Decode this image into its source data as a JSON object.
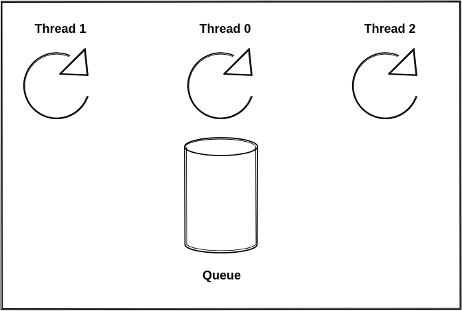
{
  "diagram": {
    "threads": [
      {
        "label": "Thread 1"
      },
      {
        "label": "Thread 0"
      },
      {
        "label": "Thread 2"
      }
    ],
    "queue": {
      "label": "Queue"
    }
  },
  "colors": {
    "stroke": "#000000",
    "background": "#ffffff"
  },
  "icons": {
    "thread": "cycle-arrow-icon",
    "queue": "cylinder-icon"
  }
}
